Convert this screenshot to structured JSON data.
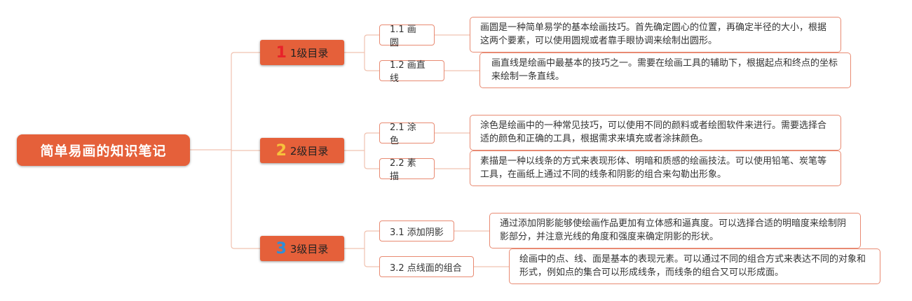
{
  "root": {
    "title": "简单易画的知识笔记"
  },
  "branches": [
    {
      "number": "1",
      "number_color": "#e8222a",
      "label": "1级目录",
      "children": [
        {
          "label": "1.1 画圆",
          "note": "画圆是一种简单易学的基本绘画技巧。首先确定圆心的位置，再确定半径的大小，根据这两个要素，可以使用圆规或者靠手眼协调来绘制出圆形。"
        },
        {
          "label": "1.2 画直线",
          "note": "画直线是绘画中最基本的技巧之一。需要在绘画工具的辅助下，根据起点和终点的坐标来绘制一条直线。"
        }
      ]
    },
    {
      "number": "2",
      "number_color": "#f7c23c",
      "label": "2级目录",
      "children": [
        {
          "label": "2.1 涂色",
          "note": "涂色是绘画中的一种常见技巧，可以使用不同的颜料或者绘图软件来进行。需要选择合适的颜色和正确的工具，根据需求来填充或者涂抹颜色。"
        },
        {
          "label": "2.2 素描",
          "note": "素描是一种以线条的方式来表现形体、明暗和质感的绘画技法。可以使用铅笔、炭笔等工具，在画纸上通过不同的线条和阴影的组合来勾勒出形象。"
        }
      ]
    },
    {
      "number": "3",
      "number_color": "#2f8fd8",
      "label": "3级目录",
      "children": [
        {
          "label": "3.1 添加阴影",
          "note": "通过添加阴影能够使绘画作品更加有立体感和逼真度。可以选择合适的明暗度来绘制阴影部分，并注意光线的角度和强度来确定阴影的形状。"
        },
        {
          "label": "3.2 点线面的组合",
          "note": "绘画中的点、线、面是基本的表现元素。可以通过不同的组合方式来表达不同的对象和形式，例如点的集合可以形成线条，而线条的组合又可以形成面。"
        }
      ]
    }
  ],
  "colors": {
    "accent": "#e5603a",
    "border": "#e88a72",
    "connector": "#f0c2b0"
  }
}
